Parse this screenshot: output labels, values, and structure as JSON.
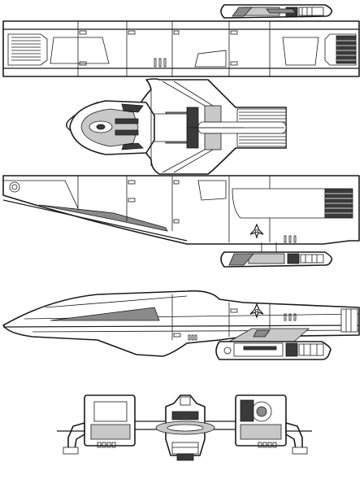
{
  "views": [
    {
      "id": "view-top-dorsal"
    },
    {
      "id": "view-plan-forward"
    },
    {
      "id": "view-ventral"
    },
    {
      "id": "view-side-profile"
    },
    {
      "id": "view-front-elevation"
    }
  ],
  "colors": {
    "ink": "#1a1a1a",
    "panel_dark": "#3a3a3a",
    "panel_mid": "#8a8a8a",
    "panel_light": "#c8c8c8",
    "background": "#ffffff"
  },
  "emblem": {
    "icon": "trefoil-insignia-icon"
  }
}
